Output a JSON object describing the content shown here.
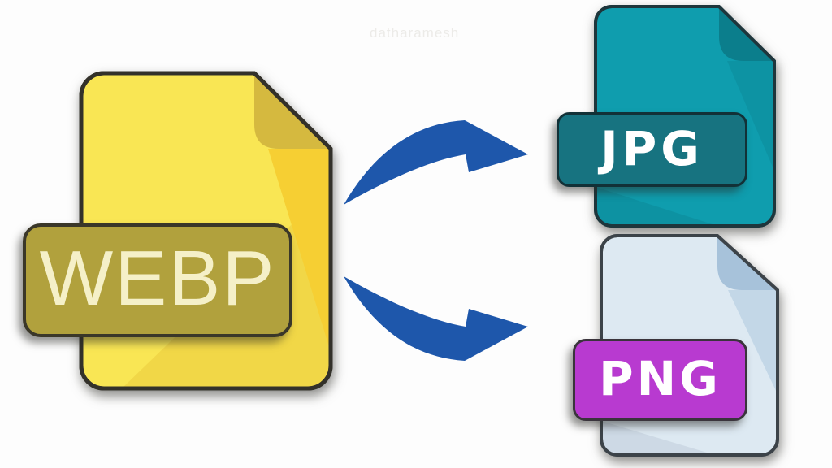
{
  "title": "WEBP to JPG and PNG conversion diagram",
  "background": "#fdfdfd",
  "watermark": {
    "text": "datharamesh",
    "color": "#ecebe8"
  },
  "diagram": {
    "source": {
      "label": "WEBP",
      "colors": {
        "body": "#f9e654",
        "fold": "#d5b93f",
        "fold_shade": "#f6cf33",
        "long_shadow": "rgba(216,166,28,0.22)",
        "outline": "#33312a",
        "badge": "#b1a13d",
        "badge_border": "#3a3729",
        "badge_text": "#f5f0c8"
      }
    },
    "targets": [
      {
        "label": "JPG",
        "colors": {
          "body": "#0f9dae",
          "fold": "#0b7e8c",
          "fold_shade": "#0d93a3",
          "long_shadow": "rgba(0,45,60,0.10)",
          "outline": "#1e363c",
          "badge": "#177380",
          "badge_border": "#123137",
          "badge_text": "#ffffff"
        }
      },
      {
        "label": "PNG",
        "colors": {
          "body": "#dde9f2",
          "fold": "#a7c2da",
          "fold_shade": "#c3d7e7",
          "long_shadow": "rgba(90,110,140,0.12)",
          "outline": "#3c4349",
          "badge": "#b83ad0",
          "badge_border": "#3a343c",
          "badge_text": "#ffffff"
        }
      }
    ],
    "arrows": {
      "color": "#1e57ab",
      "count": 2,
      "direction": "source-to-targets"
    }
  }
}
